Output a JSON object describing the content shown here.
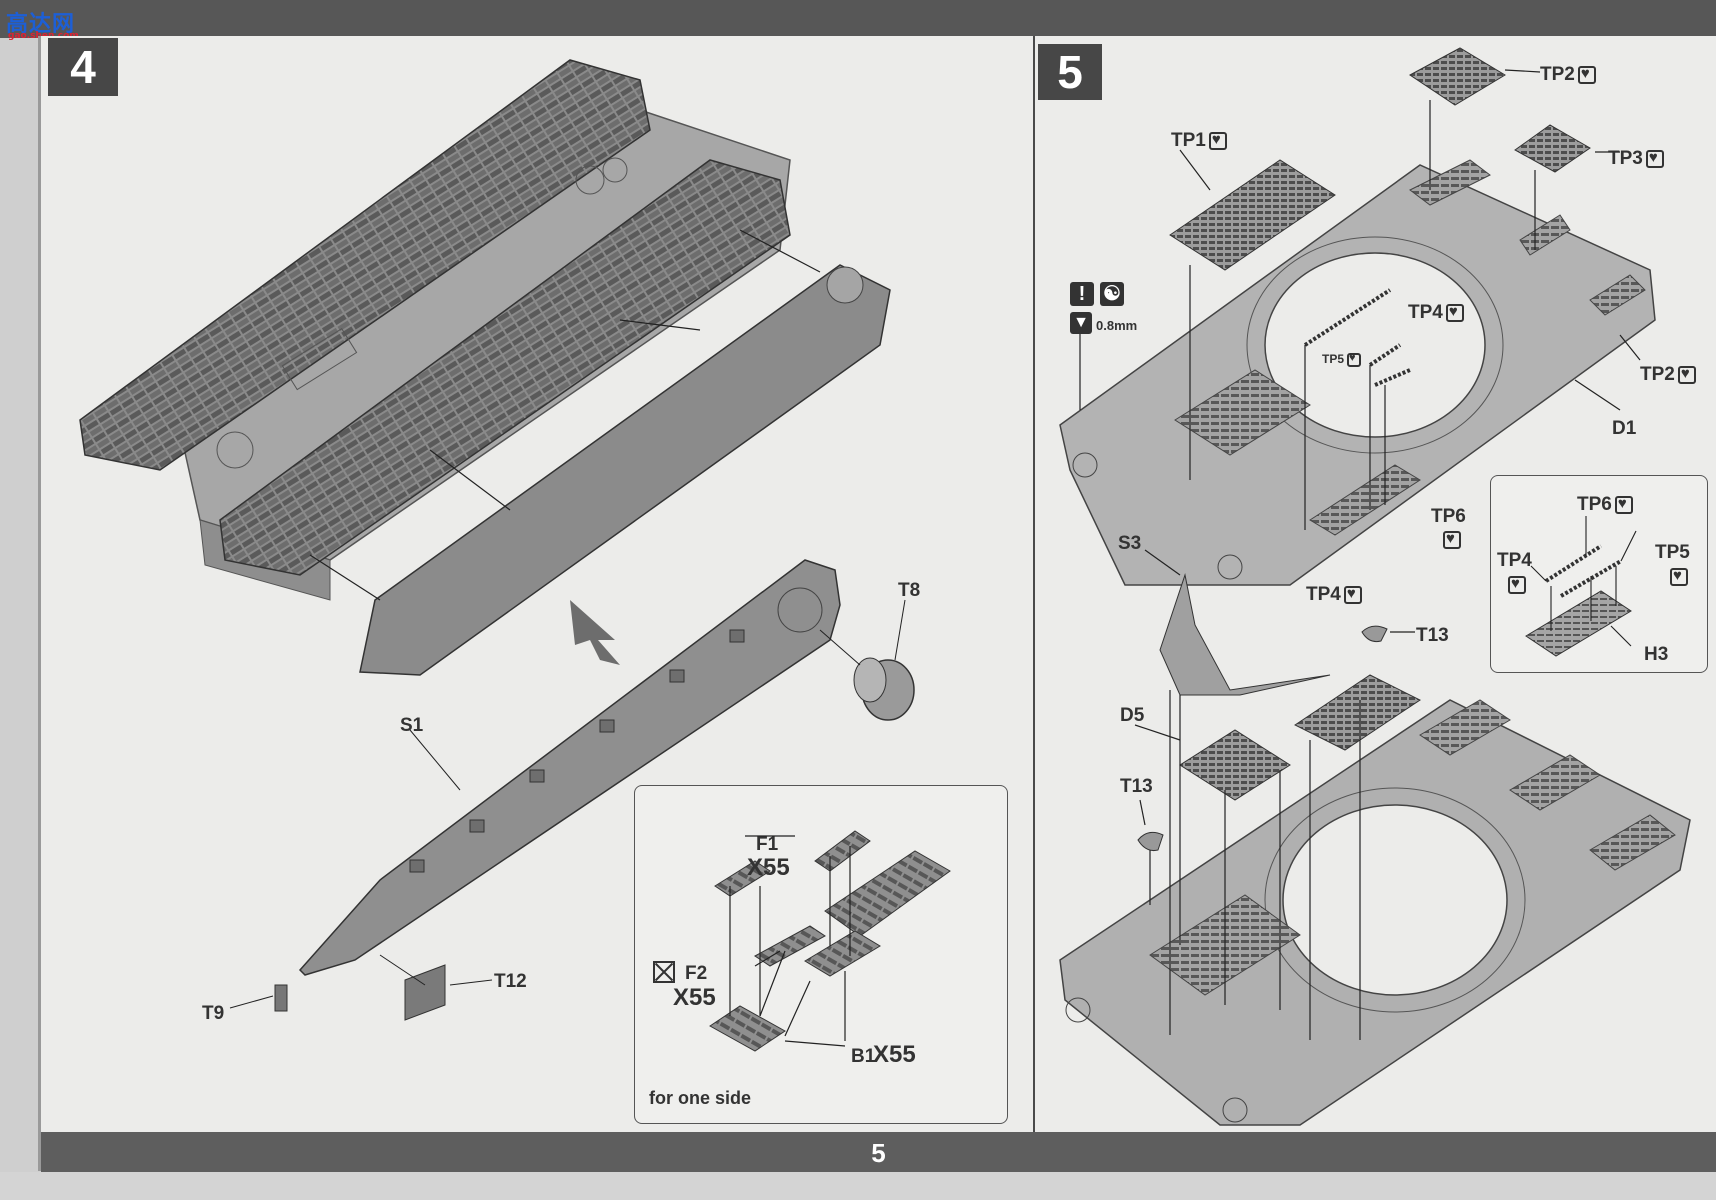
{
  "watermark": {
    "text": "高达网",
    "url": "gao.shen.com"
  },
  "page_number": "5",
  "step4": {
    "number": "4",
    "parts": {
      "s1": "S1",
      "t8": "T8",
      "t9": "T9",
      "t12": "T12"
    },
    "inset": {
      "f1": "F1",
      "f1_qty": "X55",
      "f2": "F2",
      "f2_qty": "X55",
      "b1": "B1",
      "b1_qty": "X55",
      "note": "for one side"
    }
  },
  "step5": {
    "number": "5",
    "parts": {
      "tp1": "TP1",
      "tp2a": "TP2",
      "tp2b": "TP2",
      "tp3": "TP3",
      "tp4a": "TP4",
      "tp4b": "TP4",
      "tp5": "TP5",
      "tp6": "TP6",
      "d1": "D1",
      "s3": "S3",
      "t13a": "T13",
      "t13b": "T13",
      "d5": "D5"
    },
    "drill_size": "0.8mm",
    "inset": {
      "tp6": "TP6",
      "tp4": "TP4",
      "tp5": "TP5",
      "h3": "H3"
    }
  }
}
